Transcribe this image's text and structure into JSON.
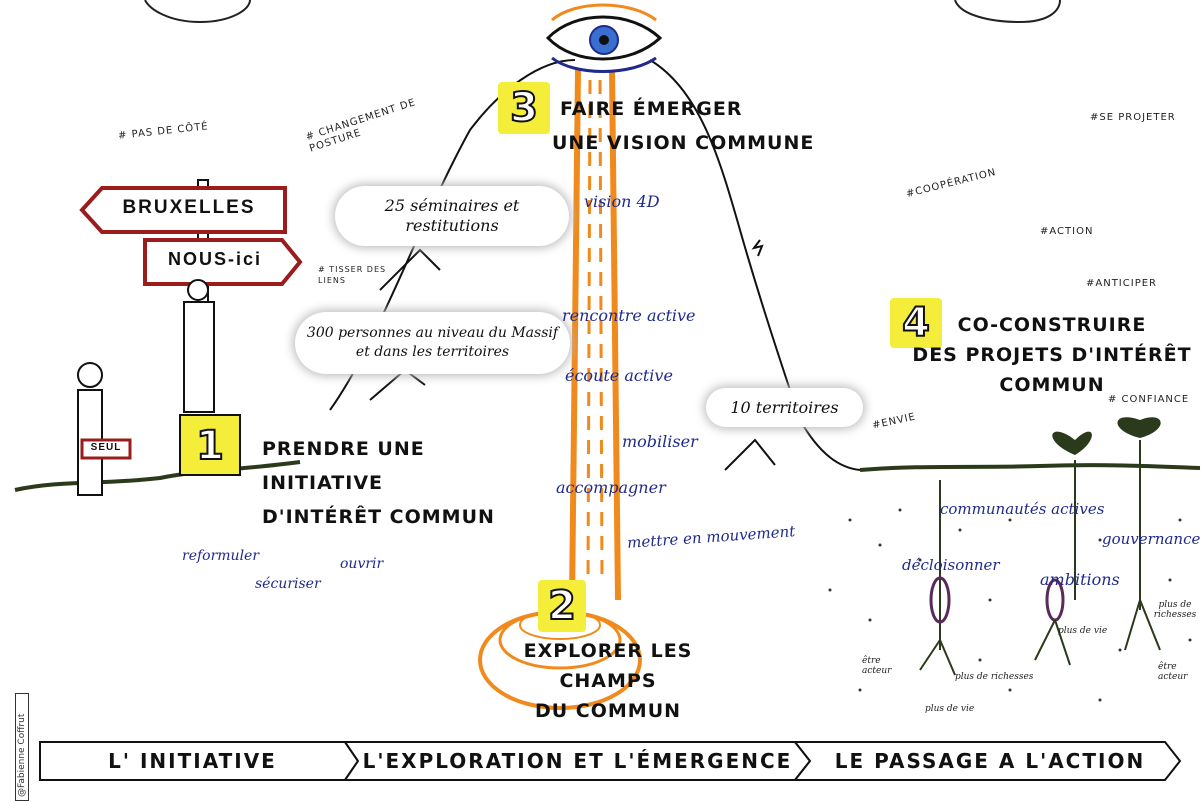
{
  "hashtags": {
    "pas_de_cote": "# PAS DE CÔTÉ",
    "changement": "# CHANGEMENT DE POSTURE",
    "tisser": "# TISSER DES LIENS",
    "se_projeter": "#SE PROJETER",
    "cooperation": "#COOPÉRATION",
    "action": "#ACTION",
    "anticiper": "#ANTICIPER",
    "confiance": "# CONFIANCE",
    "envie": "#ENVIE"
  },
  "signs": {
    "bruxelles": "BRUXELLES",
    "nous_ici": "NOUS-ici",
    "seul": "SEUL"
  },
  "steps": [
    {
      "number": "1",
      "line1": "PRENDRE UNE",
      "line2": "INITIATIVE",
      "line3": "D'INTÉRÊT COMMUN"
    },
    {
      "number": "2",
      "line1": "EXPLORER LES CHAMPS",
      "line2": "DU COMMUN"
    },
    {
      "number": "3",
      "line1": "FAIRE ÉMERGER",
      "line2": "UNE VISION COMMUNE"
    },
    {
      "number": "4",
      "line1": "CO-CONSTRUIRE",
      "line2": "DES PROJETS D'INTÉRÊT",
      "line3": "COMMUN"
    }
  ],
  "bubbles": {
    "seminaires": "25 séminaires et restitutions",
    "personnes": "300 personnes au niveau du Massif et dans les territoires",
    "territoires": "10 territoires"
  },
  "actions": {
    "vision": "vision 4D",
    "rencontre": "rencontre active",
    "ecoute": "écoute active",
    "mobiliser": "mobiliser",
    "accompagner": "accompagner",
    "mouvement": "mettre en mouvement",
    "reformuler": "reformuler",
    "ouvrir": "ouvrir",
    "securiser": "sécuriser"
  },
  "roots": {
    "communautes": "communautés actives",
    "gouvernance": "gouvernance",
    "decloisonner": "décloisonner",
    "ambitions": "ambitions",
    "plus_de_vie_1": "plus de vie",
    "plus_richesses_1": "plus de richesses",
    "etre_acteur_1": "être acteur",
    "plus_richesses_2": "plus de richesses",
    "etre_acteur_2": "être acteur",
    "plus_de_vie_2": "plus de vie"
  },
  "phases": {
    "initiative": "L' INITIATIVE",
    "exploration": "L'EXPLORATION ET L'ÉMERGENCE",
    "action": "LE PASSAGE A L'ACTION"
  },
  "credit": "@Fabienne Coffrut",
  "colors": {
    "highlight": "#f4ee3a",
    "orange": "#f08a1c",
    "ink_blue": "#1f2a8c",
    "ground": "#2a3a1a"
  }
}
